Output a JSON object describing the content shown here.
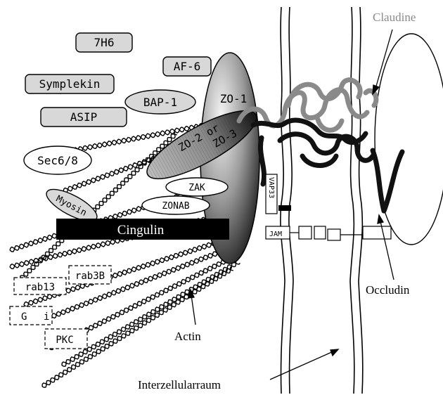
{
  "proteins": {
    "h7": "7H6",
    "af6": "AF-6",
    "symplekin": "Symplekin",
    "bap1": "BAP-1",
    "zo1": "ZO-1",
    "asip": "ASIP",
    "zo2_line1": "ZO-2 or",
    "zo2_line2": "ZO-3",
    "sec": "Sec6/8",
    "zak": "ZAK",
    "zonab": "ZONAB",
    "myosin": "Myosin",
    "cingulin": "Cingulin",
    "vap33": "VAP33",
    "jam": "JAM",
    "rab13": "rab13",
    "rab3b": "rab3B",
    "g_left": "G",
    "g_right": "i",
    "pkc": "PKC"
  },
  "labels": {
    "claudine": "Claudine",
    "occludin": "Occludin",
    "actin": "Actin",
    "interzellular": "Interzellularraum"
  },
  "colors": {
    "box_fill": "#d8d8d8",
    "claudine_gray": "#888888",
    "ink": "#000000"
  }
}
